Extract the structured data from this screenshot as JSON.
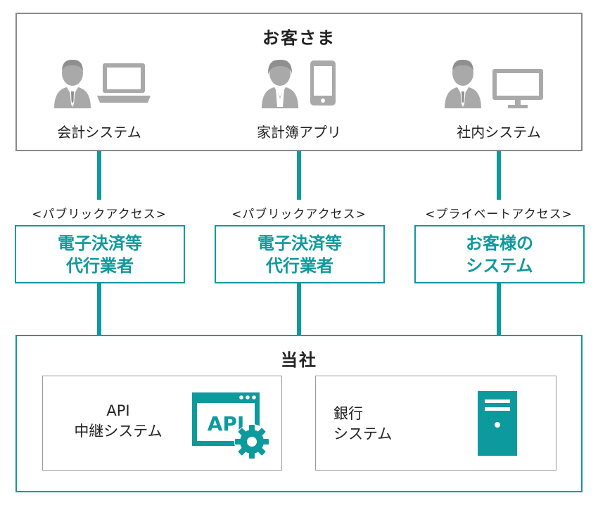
{
  "customer": {
    "title": "お客さま",
    "systems": [
      "会計システム",
      "家計簿アプリ",
      "社内システム"
    ]
  },
  "access": [
    "<パブリックアクセス>",
    "<パブリックアクセス>",
    "<プライベートアクセス>"
  ],
  "middle": [
    {
      "line1": "電子決済等",
      "line2": "代行業者"
    },
    {
      "line1": "電子決済等",
      "line2": "代行業者"
    },
    {
      "line1": "お客様の",
      "line2": "システム"
    }
  ],
  "company": {
    "title": "当社",
    "api_system": {
      "line1": "API",
      "line2": "中継システム",
      "icon_text": "API"
    },
    "bank_system": {
      "line1": "銀行",
      "line2": "システム"
    }
  },
  "colors": {
    "accent": "#0d9a9c",
    "icon_gray": "#a9a9a9",
    "border_gray": "#8a8a8a"
  },
  "icons": [
    "person-icon",
    "laptop-icon",
    "person-icon",
    "smartphone-icon",
    "person-icon",
    "monitor-icon",
    "api-window-icon",
    "gear-icon",
    "server-icon"
  ]
}
